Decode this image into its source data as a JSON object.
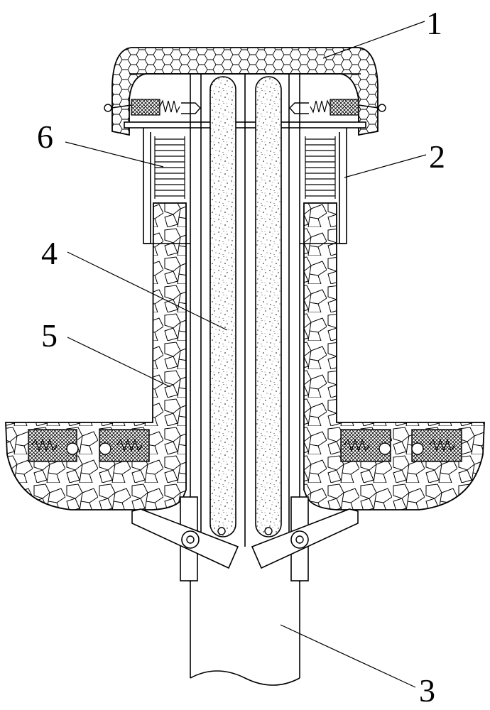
{
  "figure": {
    "labels": [
      {
        "id": "callout-1",
        "text": "1"
      },
      {
        "id": "callout-2",
        "text": "2"
      },
      {
        "id": "callout-3",
        "text": "3"
      },
      {
        "id": "callout-4",
        "text": "4"
      },
      {
        "id": "callout-5",
        "text": "5"
      },
      {
        "id": "callout-6",
        "text": "6"
      }
    ]
  }
}
